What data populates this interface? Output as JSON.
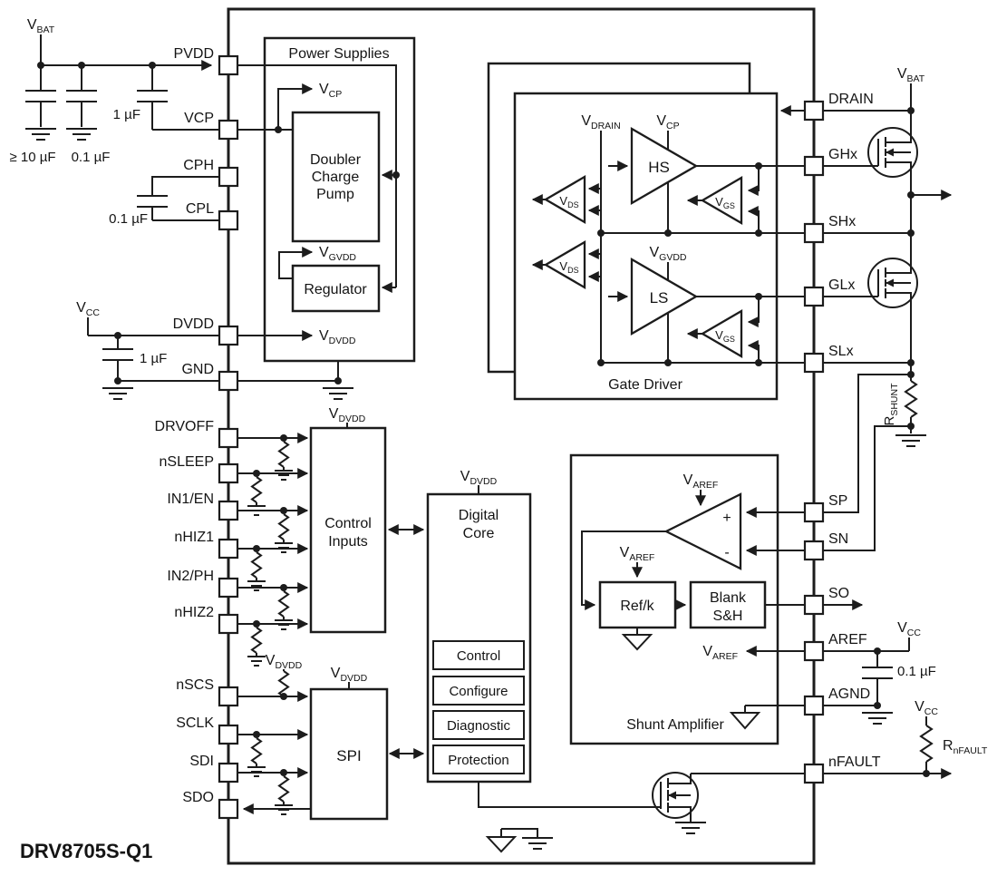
{
  "part_number": "DRV8705S-Q1",
  "pins": {
    "left": [
      "PVDD",
      "VCP",
      "CPH",
      "CPL",
      "DVDD",
      "GND",
      "DRVOFF",
      "nSLEEP",
      "IN1/EN",
      "nHIZ1",
      "IN2/PH",
      "nHIZ2",
      "nSCS",
      "SCLK",
      "SDI",
      "SDO"
    ],
    "right": [
      "DRAIN",
      "GHx",
      "SHx",
      "GLx",
      "SLx",
      "SP",
      "SN",
      "SO",
      "AREF",
      "AGND",
      "nFAULT"
    ]
  },
  "blocks": {
    "power_supplies": "Power Supplies",
    "doubler_charge_pump": [
      "Doubler",
      "Charge",
      "Pump"
    ],
    "regulator": "Regulator",
    "gate_driver": "Gate Driver",
    "hs": "HS",
    "ls": "LS",
    "control_inputs": [
      "Control",
      "Inputs"
    ],
    "digital_core": [
      "Digital",
      "Core"
    ],
    "core_functions": [
      "Control",
      "Configure",
      "Diagnostic",
      "Protection"
    ],
    "spi": "SPI",
    "shunt_amplifier": "Shunt Amplifier",
    "ref_k": "Ref/k",
    "blank_sh": [
      "Blank",
      "S&H"
    ],
    "opamp_plus": "+",
    "opamp_minus": "-"
  },
  "nets": {
    "vbat": {
      "base": "V",
      "sub": "BAT"
    },
    "vcc": {
      "base": "V",
      "sub": "CC"
    },
    "vcp": {
      "base": "V",
      "sub": "CP"
    },
    "vgvdd": {
      "base": "V",
      "sub": "GVDD"
    },
    "vdvdd": {
      "base": "V",
      "sub": "DVDD"
    },
    "vdrain": {
      "base": "V",
      "sub": "DRAIN"
    },
    "vds": {
      "base": "V",
      "sub": "DS"
    },
    "vgs": {
      "base": "V",
      "sub": "GS"
    },
    "varef": {
      "base": "V",
      "sub": "AREF"
    },
    "rshunt": {
      "base": "R",
      "sub": "SHUNT"
    },
    "rnfault": {
      "base": "R",
      "sub": "nFAULT"
    }
  },
  "components": {
    "cap_bulk": "≥ 10 µF",
    "cap_pvdd_bypass": "0.1 µF",
    "cap_vcp": "1 µF",
    "cap_flying": "0.1 µF",
    "cap_dvdd": "1 µF",
    "cap_aref": "0.1 µF"
  }
}
